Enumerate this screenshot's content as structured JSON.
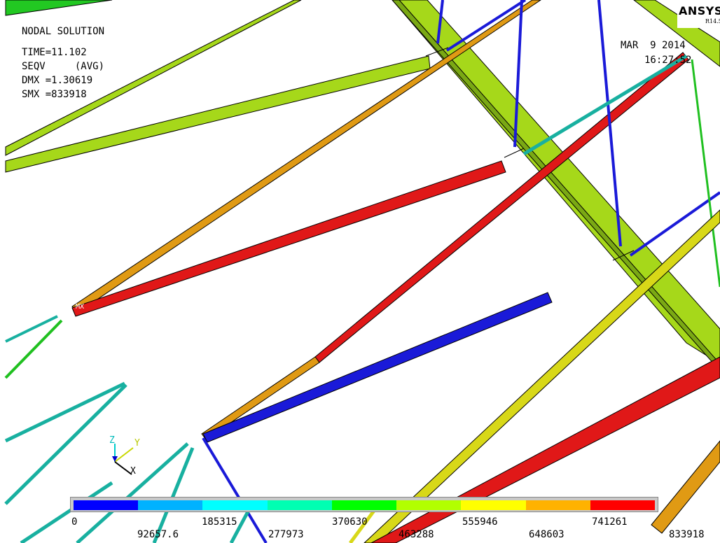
{
  "plot": {
    "title": "NODAL SOLUTION",
    "time": "TIME=11.102",
    "result": "SEQV     (AVG)",
    "dmx": "DMX =1.30619",
    "smx": "SMX =833918",
    "date": "MAR  9 2014",
    "clock": "16:27:52",
    "max_marker": "MX"
  },
  "logo": {
    "name": "ANSYS",
    "release": "R14.5"
  },
  "triad": {
    "x": "X",
    "y": "Y",
    "z": "Z"
  },
  "legend": {
    "colors": [
      "#0000ff",
      "#00b2ff",
      "#00ffff",
      "#00ffb2",
      "#00ff00",
      "#b2ff00",
      "#ffff00",
      "#ffb200",
      "#ff0000"
    ],
    "labels_top": [
      "0",
      "185315",
      "370630",
      "555946",
      "741261"
    ],
    "labels_bottom": [
      "92657.6",
      "277973",
      "463288",
      "648603",
      "833918"
    ]
  }
}
